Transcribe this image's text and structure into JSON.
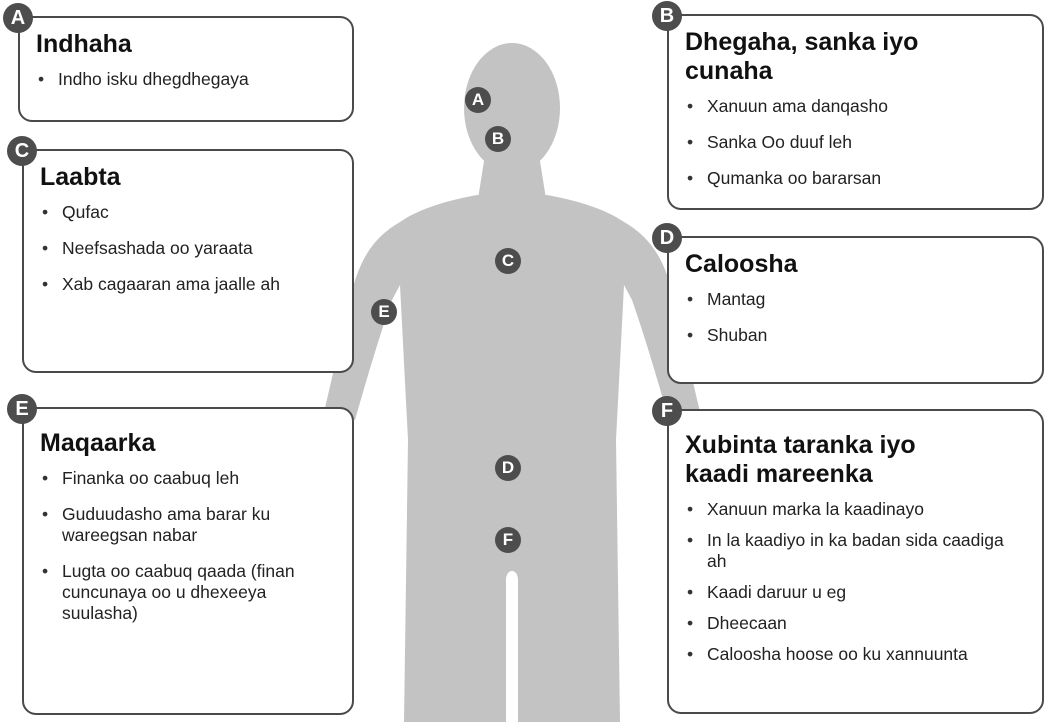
{
  "colors": {
    "silhouette": "#c3c3c3",
    "badge": "#4d4d4d",
    "card_border": "#4a4a4a",
    "text": "#1a1a1a"
  },
  "cards": {
    "a": {
      "letter": "A",
      "title": "Indhaha",
      "items": [
        "Indho isku dhegdhegaya"
      ]
    },
    "b": {
      "letter": "B",
      "title": "Dhegaha, sanka iyo cunaha",
      "items": [
        "Xanuun ama danqasho",
        "Sanka Oo duuf leh",
        "Qumanka oo bararsan"
      ]
    },
    "c": {
      "letter": "C",
      "title": "Laabta",
      "items": [
        "Qufac",
        "Neefsashada oo yaraata",
        "Xab cagaaran ama jaalle ah"
      ]
    },
    "d": {
      "letter": "D",
      "title": "Caloosha",
      "items": [
        "Mantag",
        "Shuban"
      ]
    },
    "e": {
      "letter": "E",
      "title": "Maqaarka",
      "items": [
        "Finanka oo caabuq leh",
        "Guduudasho ama barar ku wareegsan nabar",
        "Lugta oo caabuq qaada (finan cuncunaya oo u dhexeeya suulasha)"
      ]
    },
    "f": {
      "letter": "F",
      "title": "Xubinta taranka iyo kaadi mareenka",
      "items": [
        "Xanuun marka la kaadinayo",
        "In la kaadiyo in ka badan sida caadiga ah",
        "Kaadi daruur u eg",
        "Dheecaan",
        "Caloosha hoose oo ku xannuunta"
      ]
    }
  },
  "markers": {
    "a": "A",
    "b": "B",
    "c": "C",
    "d": "D",
    "e": "E",
    "f": "F"
  }
}
